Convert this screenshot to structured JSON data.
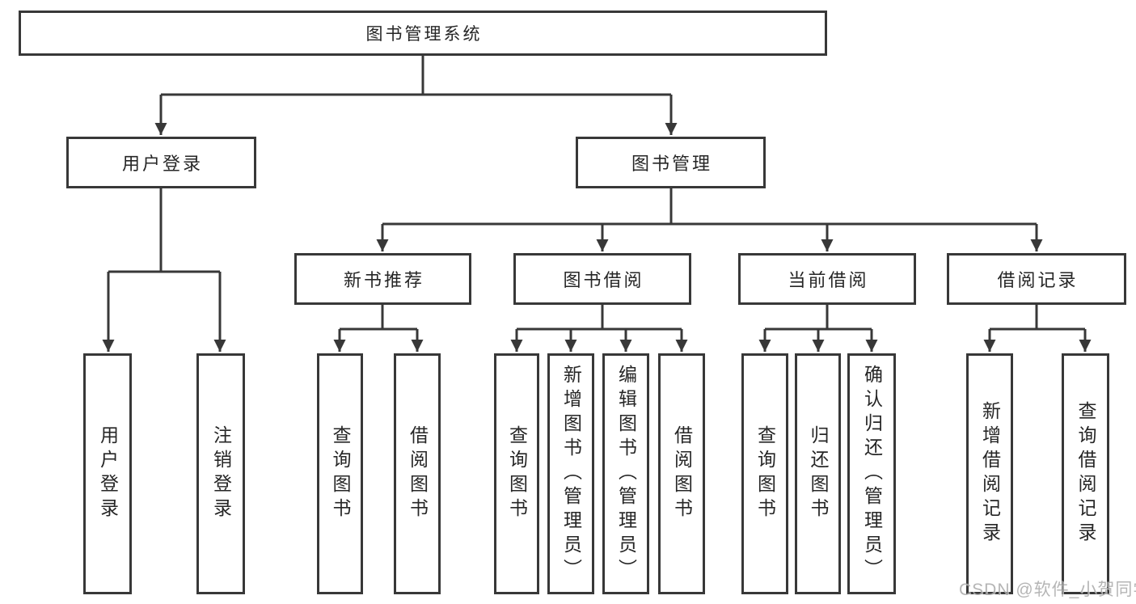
{
  "tree": {
    "label": "图书管理系统",
    "children": [
      {
        "label": "用户登录",
        "children": [
          {
            "label": "用户登录"
          },
          {
            "label": "注销登录"
          }
        ]
      },
      {
        "label": "图书管理",
        "children": [
          {
            "label": "新书推荐",
            "children": [
              {
                "label": "查询图书"
              },
              {
                "label": "借阅图书"
              }
            ]
          },
          {
            "label": "图书借阅",
            "children": [
              {
                "label": "查询图书"
              },
              {
                "label": "新增图书（管理员）"
              },
              {
                "label": "编辑图书（管理员）"
              },
              {
                "label": "借阅图书"
              }
            ]
          },
          {
            "label": "当前借阅",
            "children": [
              {
                "label": "查询图书"
              },
              {
                "label": "归还图书"
              },
              {
                "label": "确认归还（管理员）"
              }
            ]
          },
          {
            "label": "借阅记录",
            "children": [
              {
                "label": "新增借阅记录"
              },
              {
                "label": "查询借阅记录"
              }
            ]
          }
        ]
      }
    ]
  },
  "watermark": {
    "text": "CSDN @软件_小贺同学"
  },
  "colors": {
    "line": "#383838",
    "text": "#262626",
    "watermark": "#a9a9a9",
    "background": "#ffffff"
  }
}
